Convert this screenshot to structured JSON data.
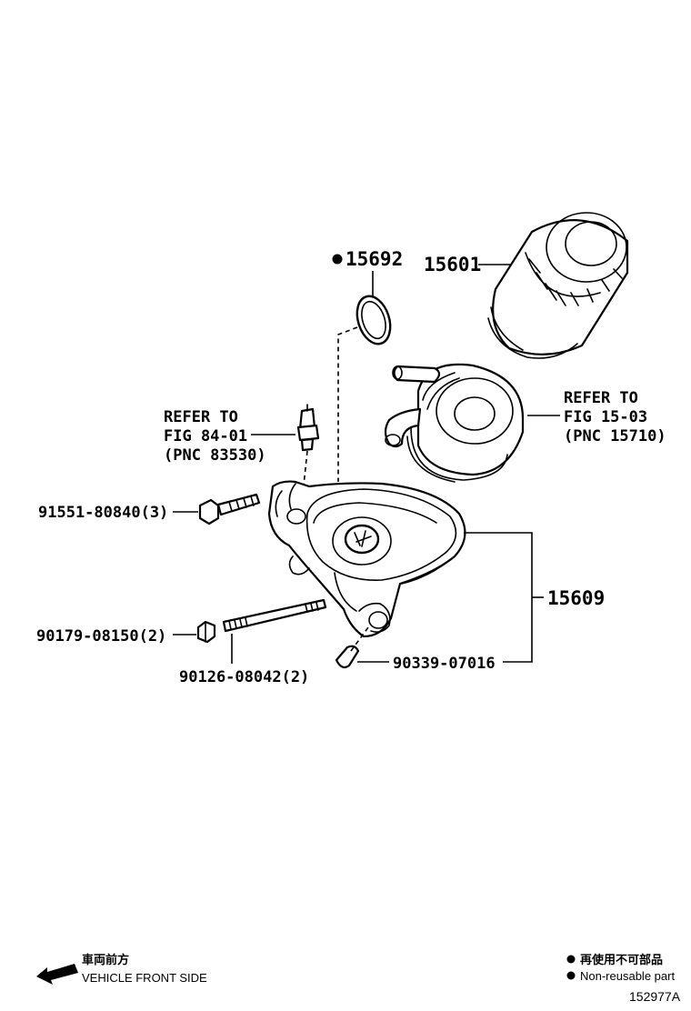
{
  "parts": {
    "oring": {
      "number": "15692",
      "non_reusable": true
    },
    "filter": {
      "number": "15601"
    },
    "bracket": {
      "number": "15609"
    },
    "bolt": {
      "number": "91551-80840(3)"
    },
    "nut": {
      "number": "90179-08150(2)"
    },
    "stud": {
      "number": "90126-08042(2)"
    },
    "plug": {
      "number": "90339-07016"
    }
  },
  "refs": {
    "sensor": {
      "line1": "REFER TO",
      "line2": "FIG 84-01",
      "line3": "(PNC 83530)"
    },
    "cooler": {
      "line1": "REFER TO",
      "line2": "FIG 15-03",
      "line3": "(PNC 15710)"
    }
  },
  "legend": {
    "front_jp": "車両前方",
    "front_en": "VEHICLE FRONT SIDE",
    "nonreuse_jp": "再使用不可部品",
    "nonreuse_en": "Non-reusable part"
  },
  "figure_id": "152977A"
}
